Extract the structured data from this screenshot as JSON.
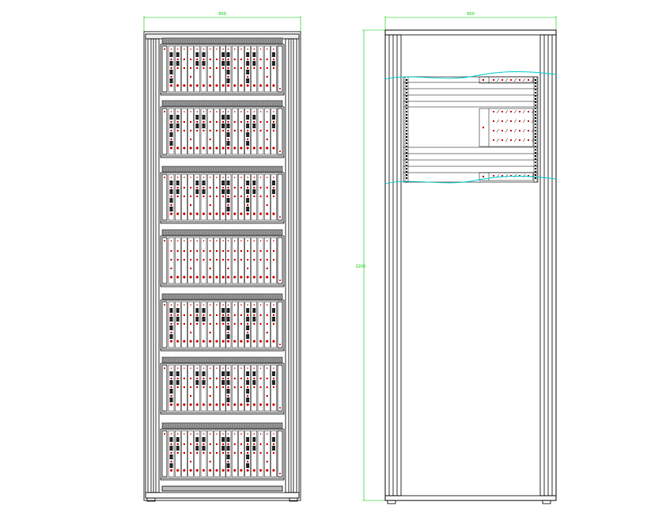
{
  "drawing": {
    "front_view": {
      "width_dim": "600",
      "shelf_count": 7
    },
    "side_view": {
      "width_dim": "600",
      "height_dim": "2200"
    },
    "colors": {
      "background": "#ffffff",
      "line": "#000000",
      "dimension": "#00cc00",
      "cable": "#00cccc",
      "accent": "#cc0000"
    }
  }
}
